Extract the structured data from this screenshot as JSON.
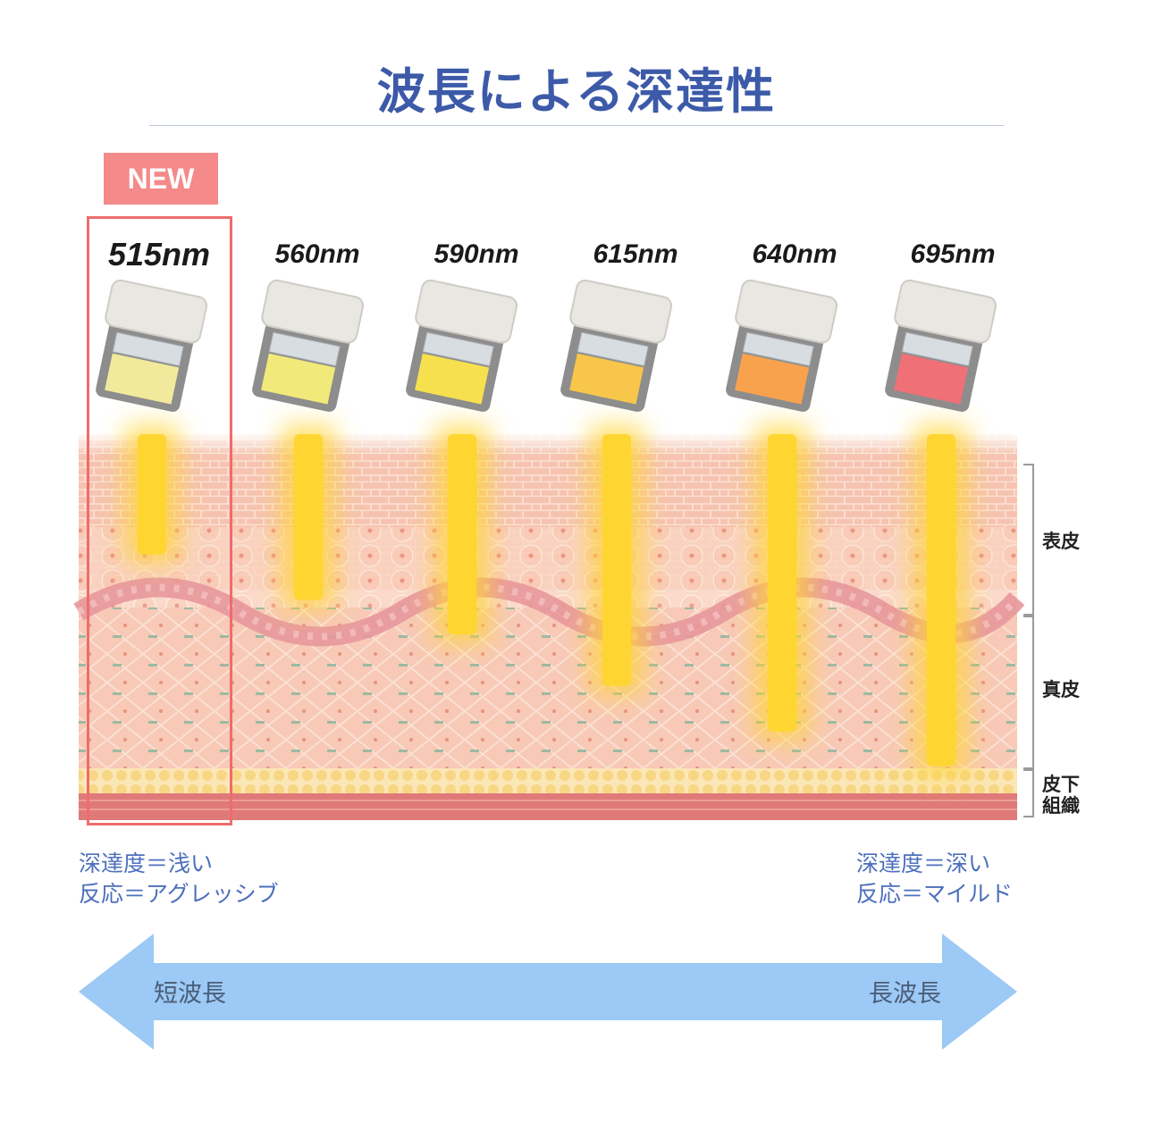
{
  "title": "波長による深達性",
  "badge": "NEW",
  "wavelengths": [
    {
      "label": "515nm",
      "penetration": 0.21,
      "filter": "#f1ea9c"
    },
    {
      "label": "560nm",
      "penetration": 0.29,
      "filter": "#f1ea7a"
    },
    {
      "label": "590nm",
      "penetration": 0.35,
      "filter": "#f7e04e"
    },
    {
      "label": "615nm",
      "penetration": 0.44,
      "filter": "#f8c64a"
    },
    {
      "label": "640nm",
      "penetration": 0.52,
      "filter": "#f9a24e"
    },
    {
      "label": "695nm",
      "penetration": 0.58,
      "filter": "#ef7077"
    }
  ],
  "layers": {
    "epidermis": "表皮",
    "dermis": "真皮",
    "subcutaneous_1": "皮下",
    "subcutaneous_2": "組織"
  },
  "left_caption": {
    "line1": "深達度＝浅い",
    "line2": "反応＝アグレッシブ"
  },
  "right_caption": {
    "line1": "深達度＝深い",
    "line2": "反応＝マイルド"
  },
  "arrow": {
    "left_label": "短波長",
    "right_label": "長波長",
    "color": "#9cc9f5"
  },
  "colors": {
    "title": "#3c5aa8",
    "badge": "#f48a8a",
    "highlight": "#ef6c6c",
    "light": "#ffd531",
    "caption": "#4d6fbd"
  }
}
